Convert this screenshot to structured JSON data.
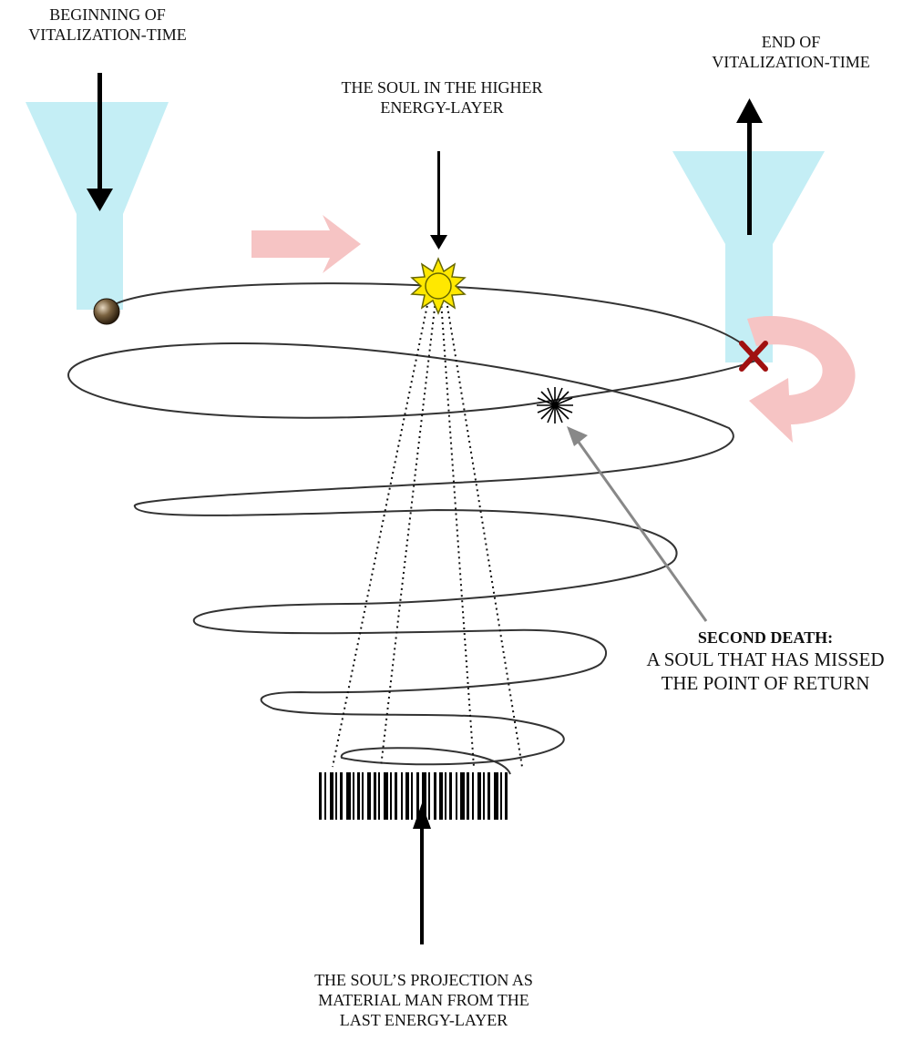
{
  "labels": {
    "beginning": [
      "BEGINNING OF",
      "VITALIZATION-TIME"
    ],
    "end": [
      "END OF",
      "VITALIZATION-TIME"
    ],
    "soul_higher": [
      "THE SOUL IN THE HIGHER",
      "ENERGY-LAYER"
    ],
    "second_death_title": "SECOND DEATH:",
    "second_death_body": [
      "A SOUL THAT HAS MISSED",
      "THE POINT OF RETURN"
    ],
    "projection": [
      "THE SOUL’S PROJECTION AS",
      "MATERIAL MAN FROM THE",
      "LAST ENERGY-LAYER"
    ]
  },
  "colors": {
    "funnel": "#c4eef5",
    "flow_arrow": "#f6c4c4",
    "arrow": "#000000",
    "pointer": "#888888",
    "spiral": "#333333",
    "sun_fill": "#ffe800",
    "sun_stroke": "#666600",
    "cross": "#a01010",
    "ball": "#5a4630"
  },
  "icons": {
    "start": "soul-ball-icon",
    "higher_soul": "sun-icon",
    "return_point": "cross-icon",
    "second_death": "starburst-icon",
    "material_man": "barcode-icon"
  }
}
